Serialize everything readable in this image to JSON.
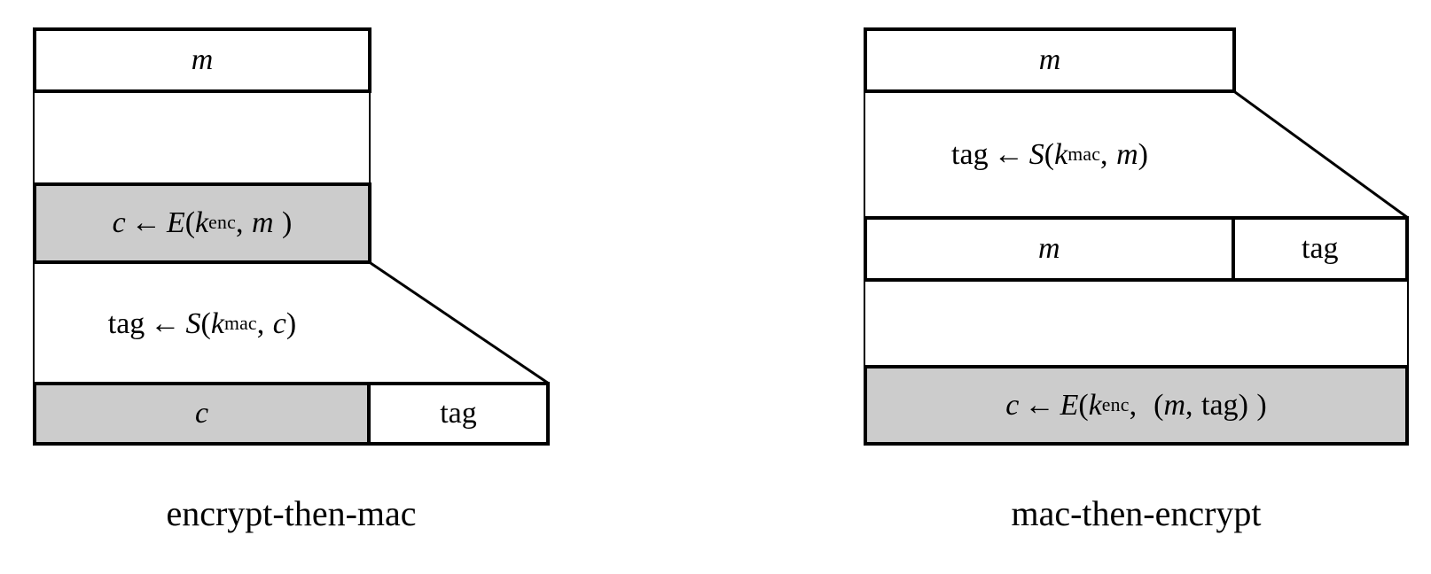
{
  "figure": {
    "background_color": "#ffffff",
    "stroke_color": "#000000",
    "shaded_fill": "#cccccc"
  },
  "left_diagram": {
    "caption": "encrypt-then-mac",
    "input_box": {
      "label": "m"
    },
    "encrypt_step": {
      "shaded": true,
      "parts": {
        "c": "c",
        "arrow": "←",
        "E": "E",
        "open": "(",
        "k": "k",
        "k_sub": "enc",
        "comma": ",",
        "m": "m",
        "close": ")"
      },
      "plain_text": "c ← E(k_enc, m )"
    },
    "mac_step": {
      "shaded": false,
      "parts": {
        "tag": "tag",
        "arrow": "←",
        "S": "S",
        "open": "(",
        "k": "k",
        "k_sub": "mac",
        "comma": ",",
        "arg": "c",
        "close": ")"
      },
      "plain_text": "tag ← S(k_mac, c)"
    },
    "output_box": {
      "cells": [
        {
          "label": "c",
          "shaded": true
        },
        {
          "label": "tag",
          "shaded": false
        }
      ]
    }
  },
  "right_diagram": {
    "caption": "mac-then-encrypt",
    "input_box": {
      "label": "m"
    },
    "mac_step": {
      "shaded": false,
      "parts": {
        "tag": "tag",
        "arrow": "←",
        "S": "S",
        "open": "(",
        "k": "k",
        "k_sub": "mac",
        "comma": ",",
        "arg": "m",
        "close": ")"
      },
      "plain_text": "tag ← S(k_mac, m)"
    },
    "middle_box": {
      "cells": [
        {
          "label": "m",
          "shaded": false
        },
        {
          "label": "tag",
          "shaded": false
        }
      ]
    },
    "encrypt_step": {
      "shaded": true,
      "parts": {
        "c": "c",
        "arrow": "←",
        "E": "E",
        "open": "(",
        "k": "k",
        "k_sub": "enc",
        "comma": ",",
        "inner_open": "(",
        "m": "m",
        "inner_comma": ",",
        "tag": "tag",
        "inner_close": ")",
        "close": ")"
      },
      "plain_text": "c ← E(k_enc, (m, tag) )"
    }
  }
}
